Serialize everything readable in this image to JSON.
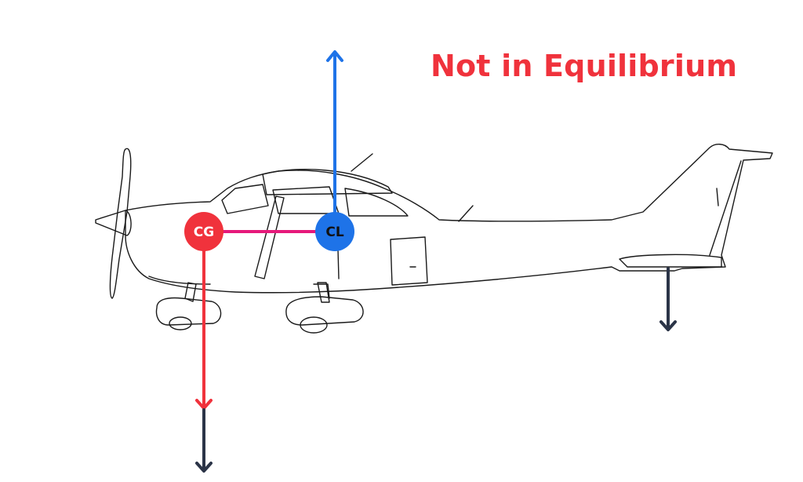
{
  "title": "Not in Equilibrium",
  "markers": {
    "cg": {
      "label": "CG"
    },
    "cl": {
      "label": "CL"
    }
  },
  "colors": {
    "title": "#f0323c",
    "cg": "#f0323c",
    "cl": "#1e73e8",
    "moment_arm": "#e6197a",
    "weight_arrow": "#f0323c",
    "tail_force_arrow": "#2b3447",
    "net_arrow": "#2b3447",
    "outline": "#1a1a1a"
  },
  "icons": {
    "aircraft": "airplane-outline-side-view"
  }
}
